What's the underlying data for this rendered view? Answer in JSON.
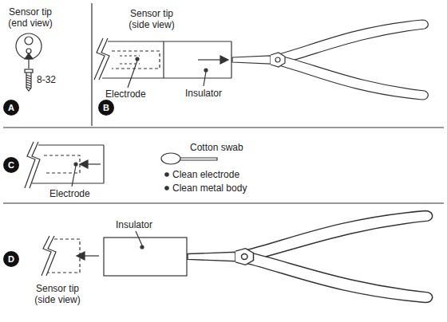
{
  "diagram": {
    "nodes": [
      {
        "text": [
          "A"
        ]
      },
      {
        "text": [
          "B"
        ]
      },
      {
        "text": [
          "C"
        ]
      },
      {
        "text": [
          "D"
        ]
      }
    ],
    "labels": [
      "Sensor tip (end view)",
      "8-32",
      "Sensor tip (side view)",
      "Electrode",
      "Insulator",
      "Electrode",
      "Cotton swab",
      "Clean electrode",
      "Clean metal body",
      "Insulator",
      "Sensor tip (side view)"
    ]
  }
}
